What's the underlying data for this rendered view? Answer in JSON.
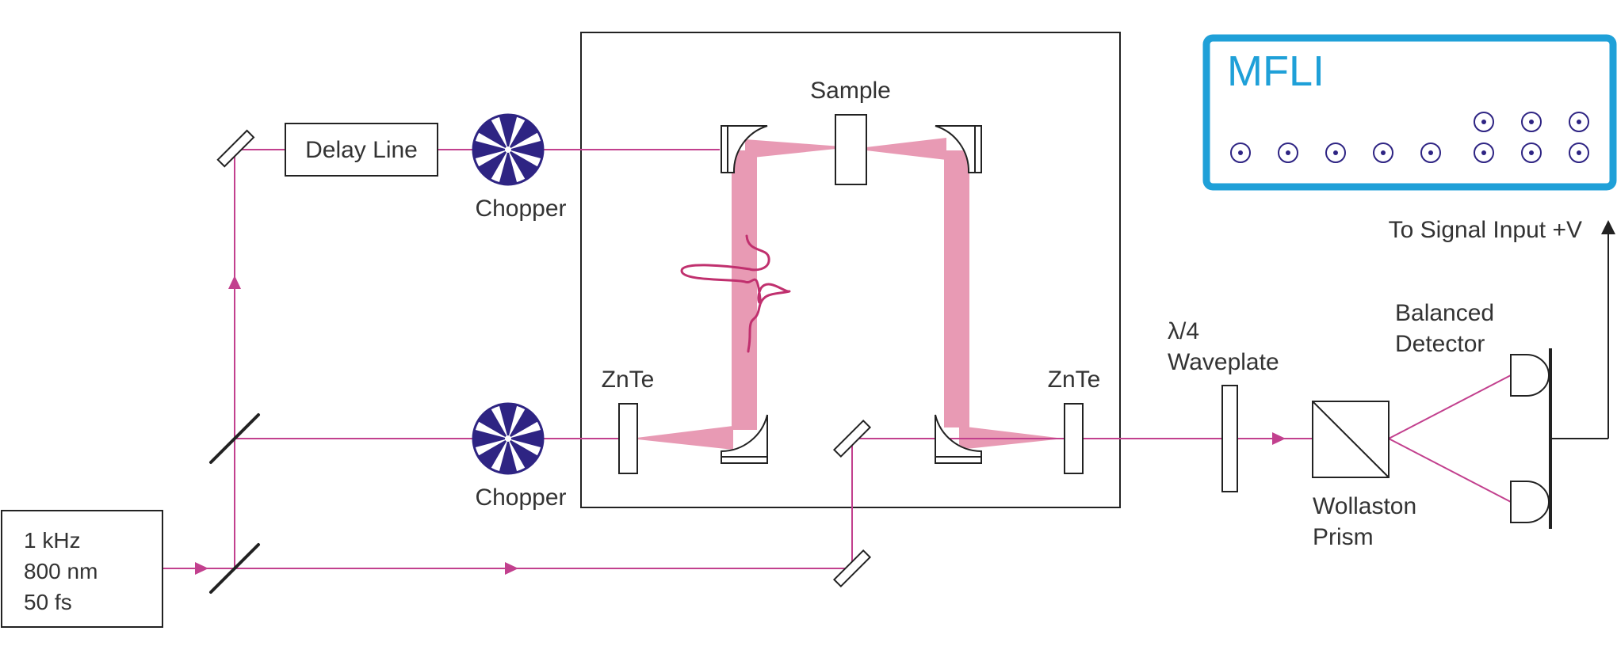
{
  "colors": {
    "beam": "#c2408e",
    "thz_beam": "#e89ab4",
    "thz_pulse": "#c0306e",
    "chopper_blue": "#2e2483",
    "mfli_blue": "#1fa0d8",
    "line": "#222222",
    "text": "#333333"
  },
  "labels": {
    "delay_line": "Delay Line",
    "chopper_top": "Chopper",
    "chopper_bottom": "Chopper",
    "sample": "Sample",
    "znte_left": "ZnTe",
    "znte_right": "ZnTe",
    "laser_line1": "1 kHz",
    "laser_line2": "800 nm",
    "laser_line3": "50 fs",
    "waveplate_line1": "λ/4",
    "waveplate_line2": "Waveplate",
    "detector_line1": "Balanced",
    "detector_line2": "Detector",
    "wollaston_line1": "Wollaston",
    "wollaston_line2": "Prism",
    "signal_input": "To Signal Input +V"
  },
  "mfli": {
    "title": "MFLI",
    "connector_rows": [
      3,
      8
    ]
  },
  "icons": [
    "chopper-wheel-icon",
    "bnc-connector-icon",
    "beam-direction-arrow-icon"
  ]
}
